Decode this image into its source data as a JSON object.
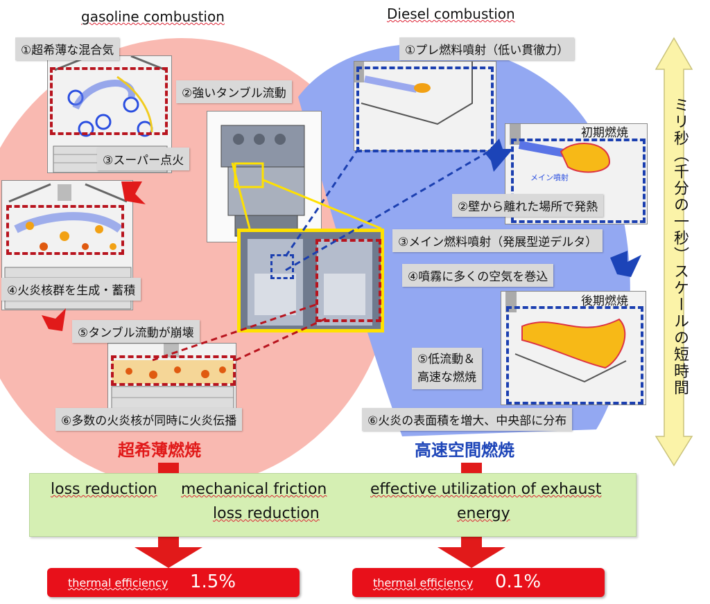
{
  "titles": {
    "gasoline": "gasoline combustion",
    "diesel": "Diesel combustion"
  },
  "gasoline_steps": [
    "①超希薄な混合気",
    "②強いタンブル流動",
    "③スーパー点火",
    "④火炎核群を生成・蓄積",
    "⑤タンブル流動が崩壊",
    "⑥多数の火炎核が同時に火炎伝播"
  ],
  "diesel_steps": [
    "①プレ燃料噴射（低い貫徹力）",
    "②壁から離れた場所で発熱",
    "③メイン燃料噴射（発展型逆デルタ）",
    "④噴霧に多くの空気を巻込",
    "⑤低流動＆\n高速な燃焼",
    "⑥火炎の表面積を増大、中央部に分布"
  ],
  "diesel_phase_labels": {
    "initial": "初期燃焼",
    "late": "後期燃焼",
    "main_injection": "メイン噴射"
  },
  "modes": {
    "gasoline": "超希薄燃焼",
    "diesel": "高速空間燃焼"
  },
  "timescale": "ミリ秒（千分の一秒）スケールの短時間",
  "benefits": {
    "loss_reduction": "loss reduction",
    "friction_line1": "mechanical friction",
    "friction_line2": "loss reduction",
    "exhaust_line1": "effective utilization of exhaust",
    "exhaust_line2": "energy"
  },
  "efficiency": {
    "label": "thermal efficiency",
    "gasoline_value": "1.5%",
    "diesel_value": "0.1%"
  },
  "colors": {
    "gasoline_region": "#f9b9b1",
    "diesel_region": "#93a8f2",
    "red_accent": "#e11a1a",
    "blue_accent": "#1c44b8",
    "benefit_box": "#d5efb3",
    "arrow_yellow": "#fbf3a8"
  }
}
